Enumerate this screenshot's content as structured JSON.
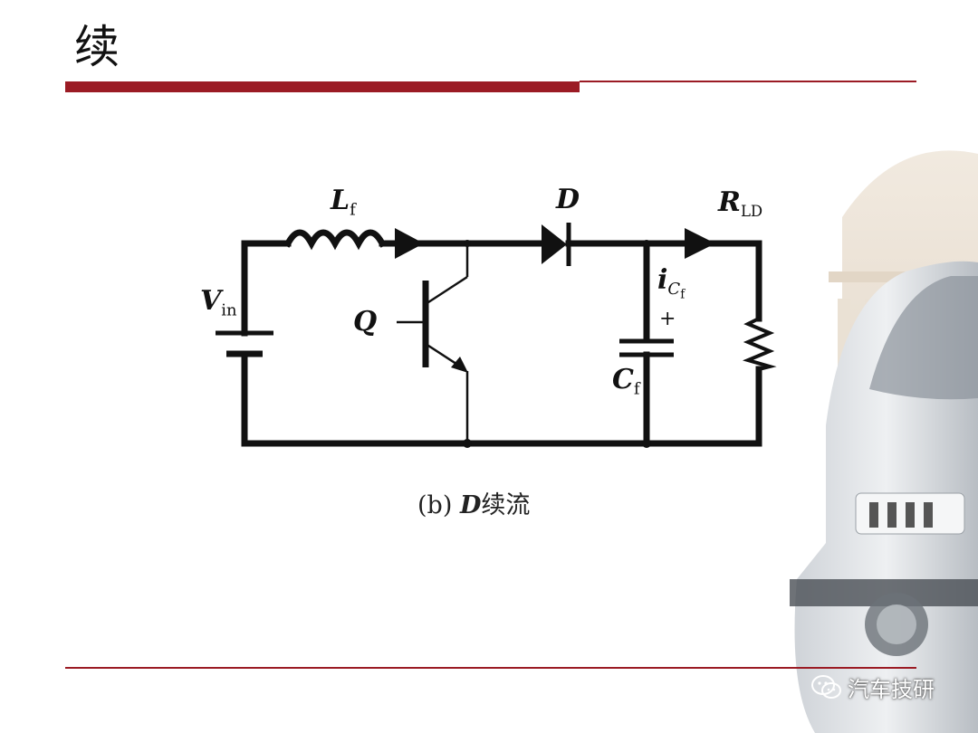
{
  "slide": {
    "title": "续"
  },
  "circuit": {
    "labels": {
      "inductor": "L",
      "inductor_sub": "f",
      "diode": "D",
      "load": "R",
      "load_sub": "LD",
      "source": "V",
      "source_sub": "in",
      "switch": "Q",
      "cap_current": "i",
      "cap_current_sub": "C",
      "cap_current_subsub": "f",
      "plus": "+",
      "capacitor": "C",
      "capacitor_sub": "f"
    },
    "caption_prefix": "(b) ",
    "caption_italic": "D",
    "caption_suffix": "续流"
  },
  "watermark": {
    "text": "汽车技研",
    "icon": "wechat-icon"
  },
  "colors": {
    "accent": "#9b1b24",
    "wire": "#111111"
  }
}
